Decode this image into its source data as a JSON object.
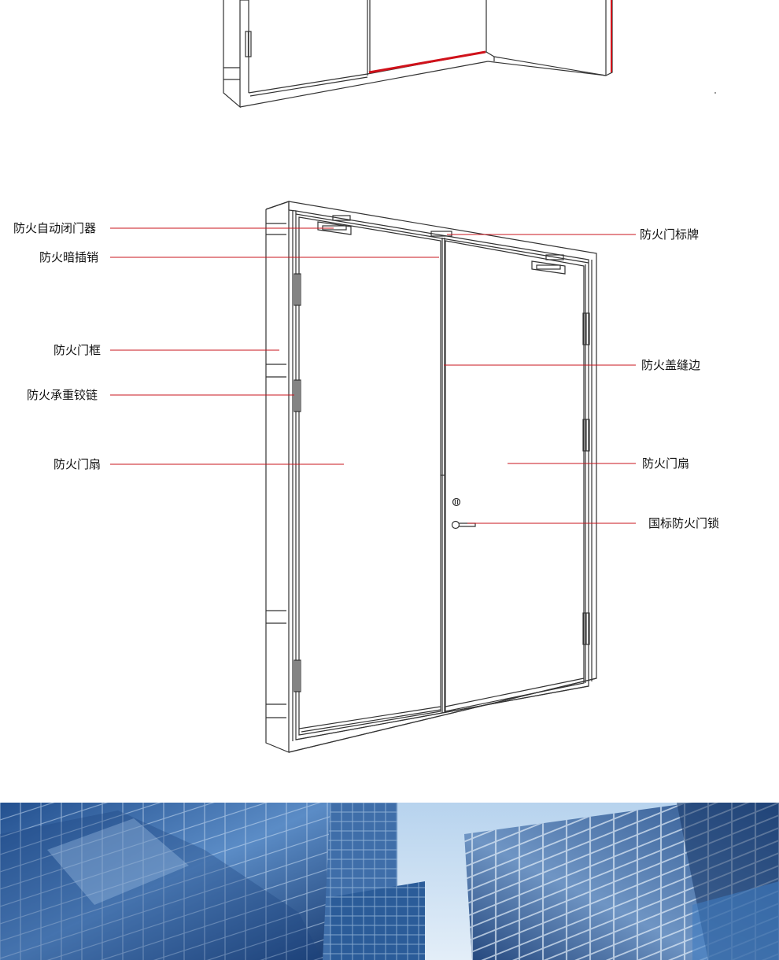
{
  "labels_left": [
    {
      "id": "closer",
      "text": "防火自动闭门器"
    },
    {
      "id": "bolt",
      "text": "防火暗插销"
    },
    {
      "id": "frame",
      "text": "防火门框"
    },
    {
      "id": "hinge",
      "text": "防火承重铰链"
    },
    {
      "id": "leaf-left",
      "text": "防火门扇"
    }
  ],
  "labels_right": [
    {
      "id": "plate",
      "text": "防火门标牌"
    },
    {
      "id": "astragal",
      "text": "防火盖缝边"
    },
    {
      "id": "leaf-right",
      "text": "防火门扇"
    },
    {
      "id": "lock",
      "text": "国标防火门锁"
    }
  ],
  "colors": {
    "leader": "#c8141e",
    "line": "#333333",
    "seal": "#d0111a",
    "sky": "#9cc4e6",
    "glass_dark": "#1c3f78",
    "glass_mid": "#3d6fb0",
    "glass_light": "#a9cbe8"
  }
}
